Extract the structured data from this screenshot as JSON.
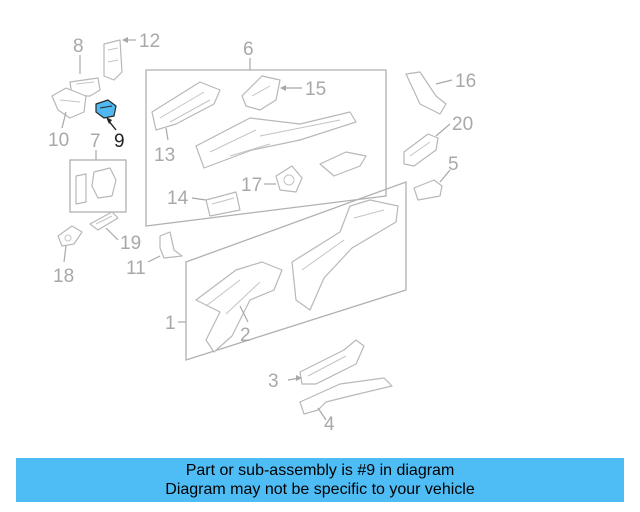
{
  "diagram": {
    "callouts": {
      "c1": "1",
      "c2": "2",
      "c3": "3",
      "c4": "4",
      "c5": "5",
      "c6": "6",
      "c7": "7",
      "c8": "8",
      "c9": "9",
      "c10": "10",
      "c11": "11",
      "c12": "12",
      "c13": "13",
      "c14": "14",
      "c15": "15",
      "c16": "16",
      "c17": "17",
      "c18": "18",
      "c19": "19",
      "c20": "20"
    },
    "highlighted_part": "9",
    "highlight_color": "#4fb8f0"
  },
  "banner": {
    "line1": "Part or sub-assembly is #9 in diagram",
    "line2": "Diagram may not be specific to your vehicle",
    "background": "#4fbdf5"
  }
}
